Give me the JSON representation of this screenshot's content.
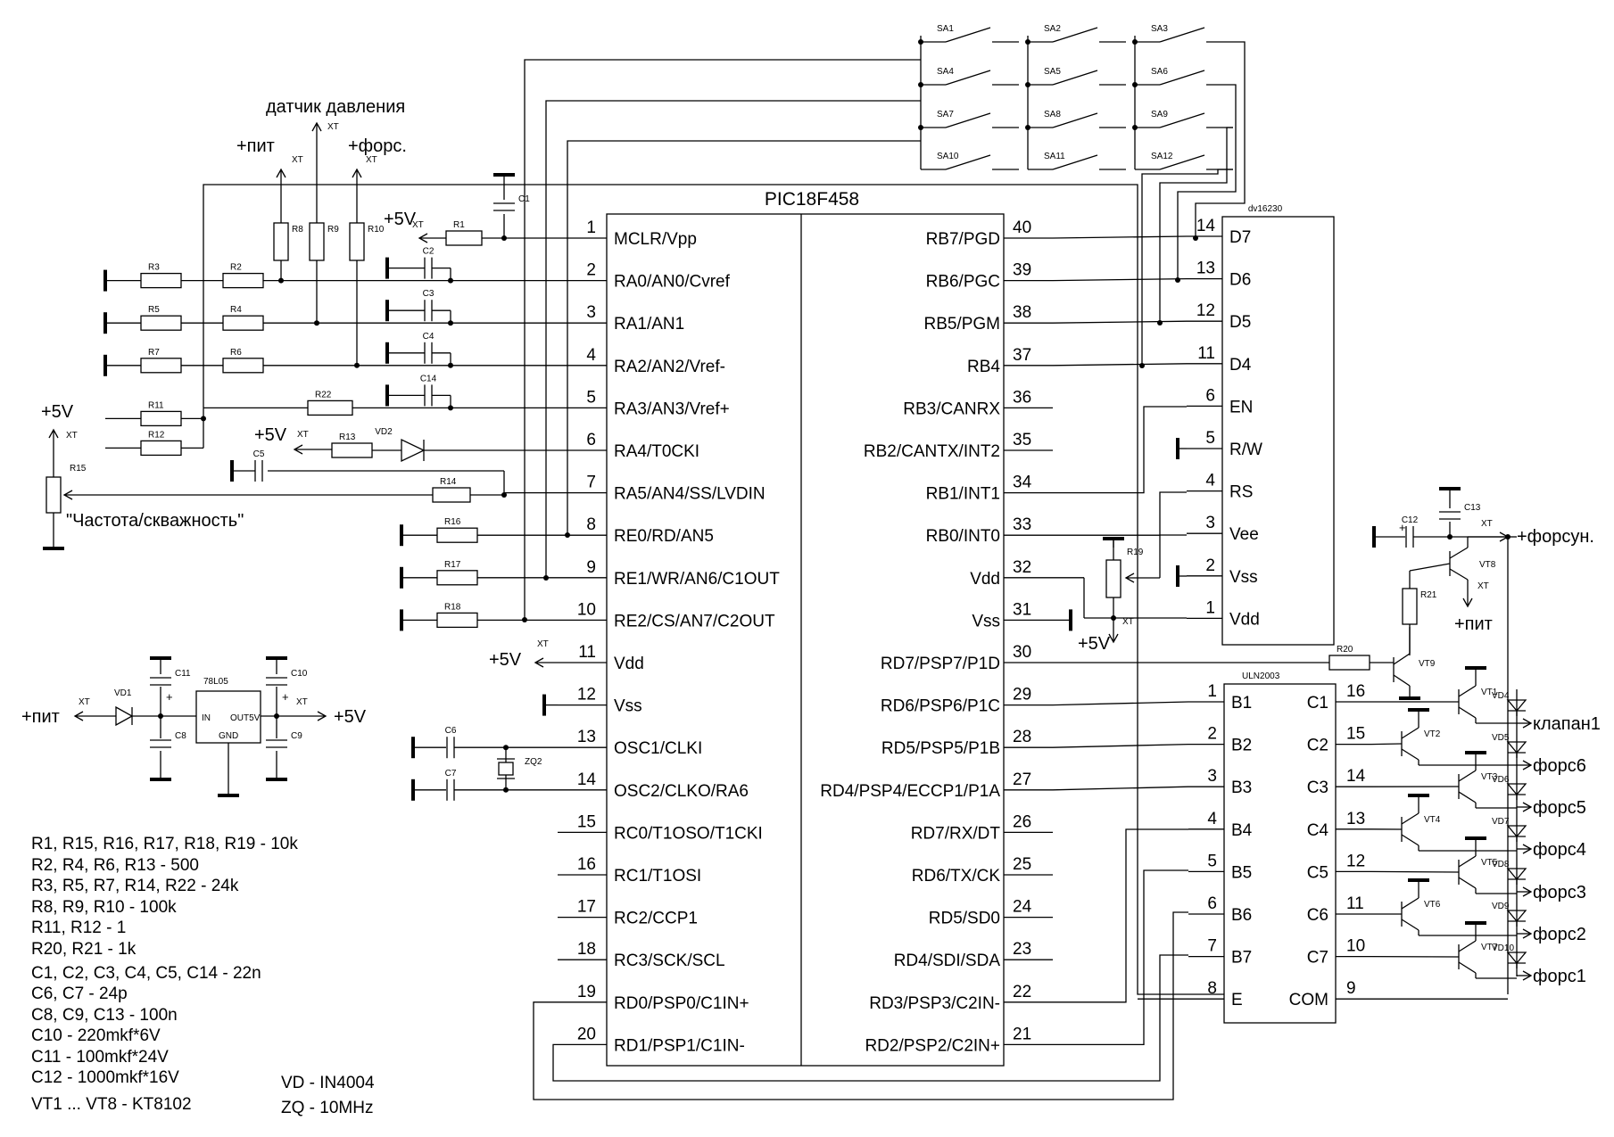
{
  "mcu": {
    "name": "PIC18F458",
    "left_pins": [
      {
        "num": "1",
        "label": "MCLR/Vpp"
      },
      {
        "num": "2",
        "label": "RA0/AN0/Cvref"
      },
      {
        "num": "3",
        "label": "RA1/AN1"
      },
      {
        "num": "4",
        "label": "RA2/AN2/Vref-"
      },
      {
        "num": "5",
        "label": "RA3/AN3/Vref+"
      },
      {
        "num": "6",
        "label": "RA4/T0CKI"
      },
      {
        "num": "7",
        "label": "RA5/AN4/SS/LVDIN"
      },
      {
        "num": "8",
        "label": "RE0/RD/AN5"
      },
      {
        "num": "9",
        "label": "RE1/WR/AN6/C1OUT"
      },
      {
        "num": "10",
        "label": "RE2/CS/AN7/C2OUT"
      },
      {
        "num": "11",
        "label": "Vdd"
      },
      {
        "num": "12",
        "label": "Vss"
      },
      {
        "num": "13",
        "label": "OSC1/CLKI"
      },
      {
        "num": "14",
        "label": "OSC2/CLKO/RA6"
      },
      {
        "num": "15",
        "label": "RC0/T1OSO/T1CKI"
      },
      {
        "num": "16",
        "label": "RC1/T1OSI"
      },
      {
        "num": "17",
        "label": "RC2/CCP1"
      },
      {
        "num": "18",
        "label": "RC3/SCK/SCL"
      },
      {
        "num": "19",
        "label": "RD0/PSP0/C1IN+"
      },
      {
        "num": "20",
        "label": "RD1/PSP1/C1IN-"
      }
    ],
    "right_pins": [
      {
        "num": "40",
        "label": "RB7/PGD"
      },
      {
        "num": "39",
        "label": "RB6/PGC"
      },
      {
        "num": "38",
        "label": "RB5/PGM"
      },
      {
        "num": "37",
        "label": "RB4"
      },
      {
        "num": "36",
        "label": "RB3/CANRX"
      },
      {
        "num": "35",
        "label": "RB2/CANTX/INT2"
      },
      {
        "num": "34",
        "label": "RB1/INT1"
      },
      {
        "num": "33",
        "label": "RB0/INT0"
      },
      {
        "num": "32",
        "label": "Vdd"
      },
      {
        "num": "31",
        "label": "Vss"
      },
      {
        "num": "30",
        "label": "RD7/PSP7/P1D"
      },
      {
        "num": "29",
        "label": "RD6/PSP6/P1C"
      },
      {
        "num": "28",
        "label": "RD5/PSP5/P1B"
      },
      {
        "num": "27",
        "label": "RD4/PSP4/ECCP1/P1A"
      },
      {
        "num": "26",
        "label": "RD7/RX/DT"
      },
      {
        "num": "25",
        "label": "RD6/TX/CK"
      },
      {
        "num": "24",
        "label": "RD5/SD0"
      },
      {
        "num": "23",
        "label": "RD4/SDI/SDA"
      },
      {
        "num": "22",
        "label": "RD3/PSP3/C2IN-"
      },
      {
        "num": "21",
        "label": "RD2/PSP2/C2IN+"
      }
    ]
  },
  "lcd": {
    "name": "dv16230",
    "pins": [
      {
        "num": "14",
        "label": "D7"
      },
      {
        "num": "13",
        "label": "D6"
      },
      {
        "num": "12",
        "label": "D5"
      },
      {
        "num": "11",
        "label": "D4"
      },
      {
        "num": "6",
        "label": "EN"
      },
      {
        "num": "5",
        "label": "R/W"
      },
      {
        "num": "4",
        "label": "RS"
      },
      {
        "num": "3",
        "label": "Vee"
      },
      {
        "num": "2",
        "label": "Vss"
      },
      {
        "num": "1",
        "label": "Vdd"
      }
    ]
  },
  "driver": {
    "name": "ULN2003",
    "left_pins": [
      {
        "num": "1",
        "label": "B1"
      },
      {
        "num": "2",
        "label": "B2"
      },
      {
        "num": "3",
        "label": "B3"
      },
      {
        "num": "4",
        "label": "B4"
      },
      {
        "num": "5",
        "label": "B5"
      },
      {
        "num": "6",
        "label": "B6"
      },
      {
        "num": "7",
        "label": "B7"
      },
      {
        "num": "8",
        "label": "E"
      }
    ],
    "right_pins": [
      {
        "num": "16",
        "label": "C1"
      },
      {
        "num": "15",
        "label": "C2"
      },
      {
        "num": "14",
        "label": "C3"
      },
      {
        "num": "13",
        "label": "C4"
      },
      {
        "num": "12",
        "label": "C5"
      },
      {
        "num": "11",
        "label": "C6"
      },
      {
        "num": "10",
        "label": "C7"
      },
      {
        "num": "9",
        "label": "COM"
      }
    ]
  },
  "switches": [
    "SA1",
    "SA2",
    "SA3",
    "SA4",
    "SA5",
    "SA6",
    "SA7",
    "SA8",
    "SA9",
    "SA10",
    "SA11",
    "SA12"
  ],
  "outputs": [
    "клапан1",
    "форс6",
    "форс5",
    "форс4",
    "форс3",
    "форс2",
    "форс1"
  ],
  "diodes": [
    "VD4",
    "VD5",
    "VD6",
    "VD7",
    "VD8",
    "VD9",
    "VD10"
  ],
  "transistors": [
    "VT1",
    "VT2",
    "VT3",
    "VT4",
    "VT5",
    "VT6",
    "VT7",
    "VT8",
    "VT9"
  ],
  "labels": {
    "pressure_sensor": "датчик давления",
    "plus_pit": "+пит",
    "plus_fors": "+форс.",
    "plus_5v": "+5V",
    "freq_duty": "\"Частота/скважность\"",
    "plus_forsun": "+форсун.",
    "xt": "XT",
    "regulator": "78L05",
    "reg_in": "IN",
    "reg_out": "OUT5V",
    "reg_gnd": "GND",
    "crystal": "ZQ2",
    "plus_sign": "+"
  },
  "refs": {
    "R1": "R1",
    "R2": "R2",
    "R3": "R3",
    "R4": "R4",
    "R5": "R5",
    "R6": "R6",
    "R7": "R7",
    "R8": "R8",
    "R9": "R9",
    "R10": "R10",
    "R11": "R11",
    "R12": "R12",
    "R13": "R13",
    "R14": "R14",
    "R15": "R15",
    "R16": "R16",
    "R17": "R17",
    "R18": "R18",
    "R19": "R19",
    "R20": "R20",
    "R21": "R21",
    "R22": "R22",
    "C1": "C1",
    "C2": "C2",
    "C3": "C3",
    "C4": "C4",
    "C5": "C5",
    "C6": "C6",
    "C7": "C7",
    "C8": "C8",
    "C9": "C9",
    "C10": "C10",
    "C11": "C11",
    "C12": "C12",
    "C13": "C13",
    "C14": "C14",
    "VD1": "VD1",
    "VD2": "VD2"
  },
  "bom": [
    "R1, R15, R16, R17, R18, R19 - 10k",
    "R2, R4, R6, R13 - 500",
    "R3, R5, R7, R14, R22 - 24k",
    "R8, R9, R10 - 100k",
    "R11, R12 - 1",
    "R20, R21 - 1k",
    "C1, C2, C3, C4, C5, C14 - 22n",
    "C6, C7 - 24p",
    "C8, C9, C13 - 100n",
    "C10 - 220mkf*6V",
    "C11 - 100mkf*24V",
    "C12 - 1000mkf*16V",
    "VT1 ... VT8 - KT8102"
  ],
  "bom_right": [
    "VD - IN4004",
    "ZQ - 10MHz"
  ]
}
